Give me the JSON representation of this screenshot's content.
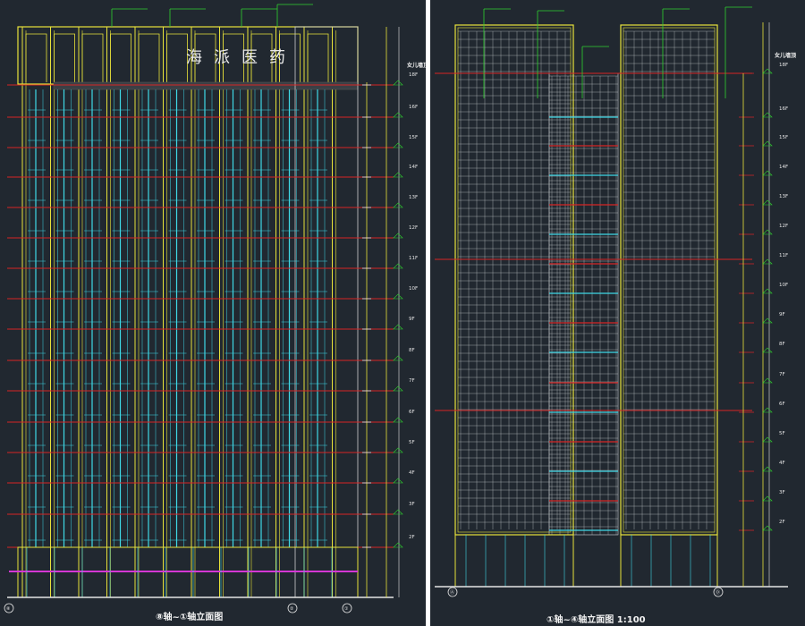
{
  "left_drawing": {
    "title": "⑧轴~①轴立面图",
    "sign_text": "海派医药",
    "roof_label": "女儿墙顶",
    "floor_labels": [
      "18F",
      "16F",
      "15F",
      "14F",
      "13F",
      "12F",
      "11F",
      "10F",
      "9F",
      "8F",
      "7F",
      "6F",
      "5F",
      "4F",
      "3F",
      "2F"
    ],
    "axis_labels": [
      "⑧",
      "②",
      "①"
    ]
  },
  "right_drawing": {
    "title": "①轴~④轴立面图 1:100",
    "roof_label": "女儿墙顶",
    "floor_labels": [
      "18F",
      "16F",
      "15F",
      "14F",
      "13F",
      "12F",
      "11F",
      "10F",
      "9F",
      "8F",
      "7F",
      "6F",
      "5F",
      "4F",
      "3F",
      "2F"
    ],
    "axis_labels": [
      "Ⓐ",
      "Ⓓ"
    ]
  },
  "colors": {
    "background": "#212830",
    "yellow": "#e8e23a",
    "cyan": "#3fd8e6",
    "red": "#d62525",
    "green": "#2fd12f",
    "white": "#e6e6e6",
    "magenta": "#d437d4"
  }
}
